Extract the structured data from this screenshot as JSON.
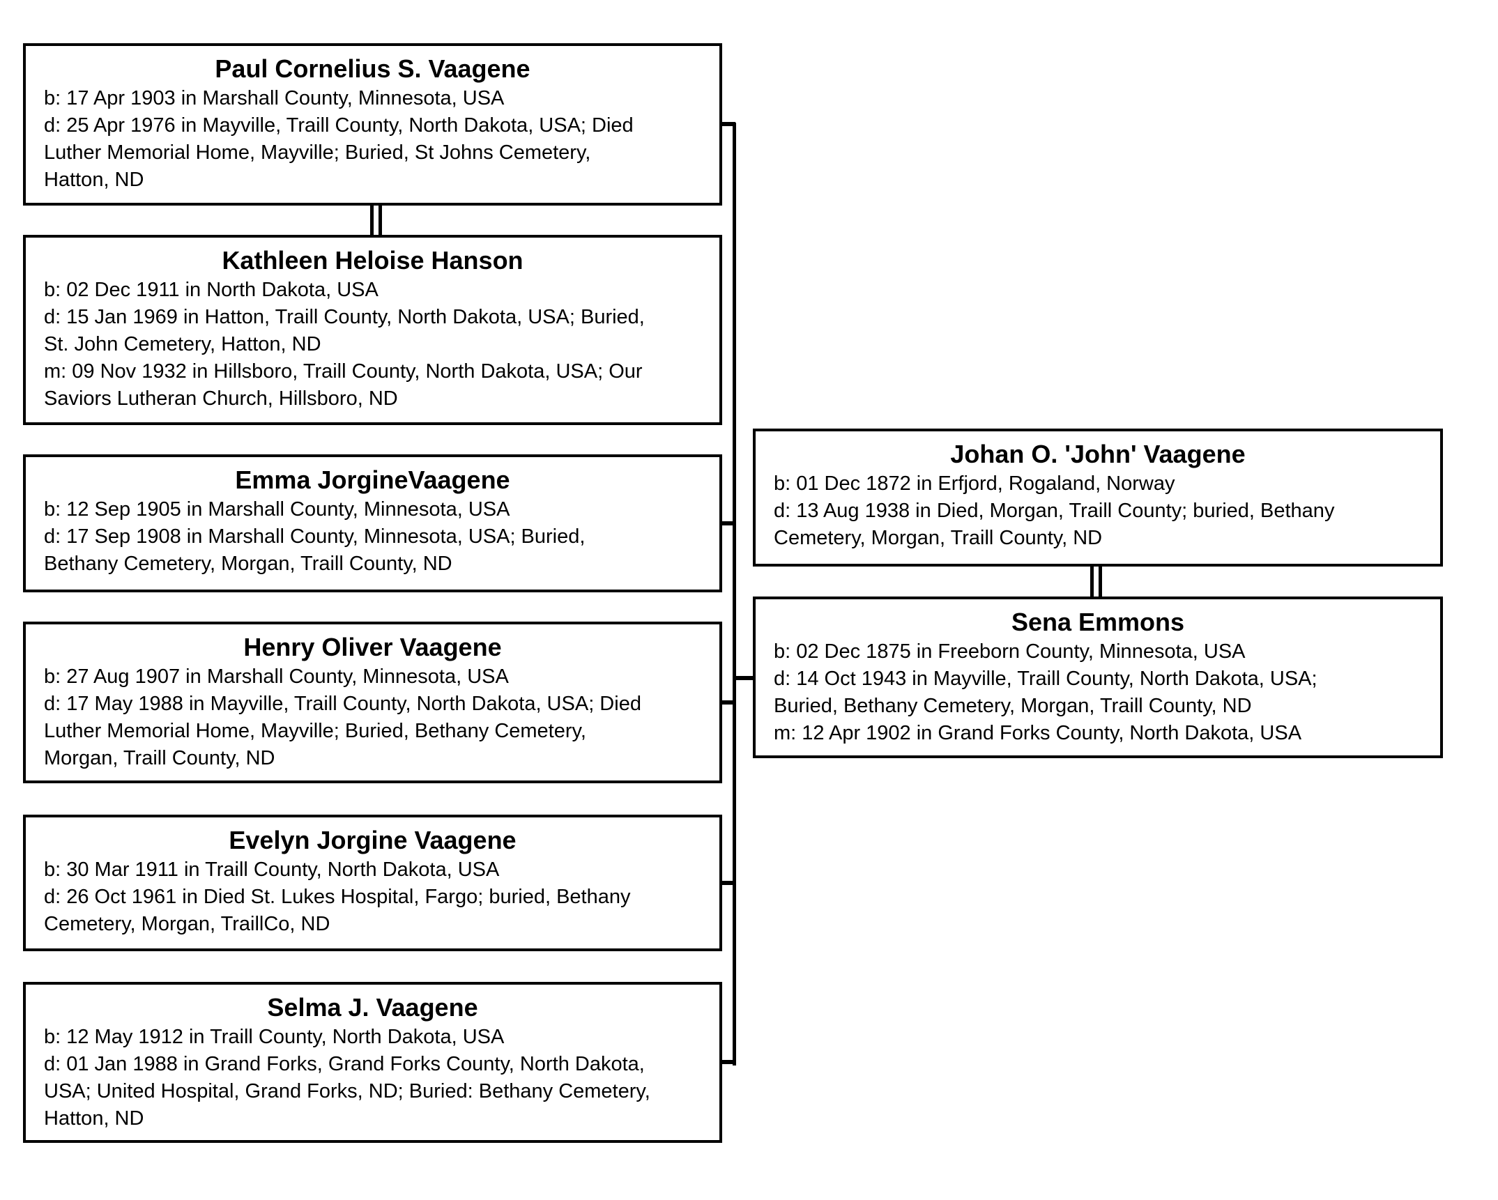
{
  "colors": {
    "background": "#ffffff",
    "box_border": "#000000",
    "text": "#000000",
    "connector": "#000000"
  },
  "people": [
    {
      "name": "Paul Cornelius S. Vaagene",
      "lines": [
        "b: 17 Apr 1903 in Marshall County, Minnesota, USA",
        "d: 25 Apr 1976 in Mayville, Traill County, North Dakota, USA; Died",
        "Luther Memorial Home, Mayville; Buried, St Johns Cemetery,",
        "Hatton, ND"
      ]
    },
    {
      "name": "Kathleen Heloise Hanson",
      "lines": [
        "b: 02 Dec 1911 in North Dakota, USA",
        "d: 15 Jan 1969 in Hatton, Traill County, North Dakota, USA; Buried,",
        "St. John Cemetery, Hatton, ND",
        "m: 09 Nov 1932 in Hillsboro, Traill County, North Dakota, USA; Our",
        "Saviors Lutheran Church, Hillsboro, ND"
      ]
    },
    {
      "name": "Emma JorgineVaagene",
      "lines": [
        "b: 12 Sep 1905 in Marshall County, Minnesota, USA",
        "d: 17 Sep 1908 in Marshall County, Minnesota, USA; Buried,",
        "Bethany Cemetery, Morgan, Traill County, ND"
      ]
    },
    {
      "name": "Henry Oliver Vaagene",
      "lines": [
        "b: 27 Aug 1907 in Marshall County, Minnesota, USA",
        "d: 17 May 1988 in Mayville, Traill County, North Dakota, USA; Died",
        "Luther Memorial Home, Mayville; Buried, Bethany Cemetery,",
        "Morgan, Traill County, ND"
      ]
    },
    {
      "name": "Evelyn Jorgine Vaagene",
      "lines": [
        "b: 30 Mar 1911 in Traill County, North Dakota, USA",
        "d: 26 Oct 1961 in Died St. Lukes Hospital, Fargo; buried, Bethany",
        "Cemetery, Morgan, TraillCo, ND"
      ]
    },
    {
      "name": "Selma J. Vaagene",
      "lines": [
        "b: 12 May 1912 in Traill County, North Dakota, USA",
        "d: 01 Jan 1988 in Grand Forks, Grand Forks County, North Dakota,",
        "USA; United Hospital, Grand Forks, ND; Buried: Bethany Cemetery,",
        "Hatton, ND"
      ]
    },
    {
      "name": "Johan O. 'John' Vaagene",
      "lines": [
        "b: 01 Dec 1872 in Erfjord, Rogaland, Norway",
        "d: 13 Aug 1938 in Died, Morgan, Traill County; buried, Bethany",
        "Cemetery, Morgan, Traill County, ND"
      ]
    },
    {
      "name": "Sena Emmons",
      "lines": [
        "b: 02 Dec 1875 in Freeborn County, Minnesota, USA",
        "d: 14 Oct 1943 in Mayville, Traill County, North Dakota, USA;",
        "Buried, Bethany Cemetery, Morgan, Traill County, ND",
        "m: 12 Apr 1902 in Grand Forks County, North Dakota, USA"
      ]
    }
  ]
}
